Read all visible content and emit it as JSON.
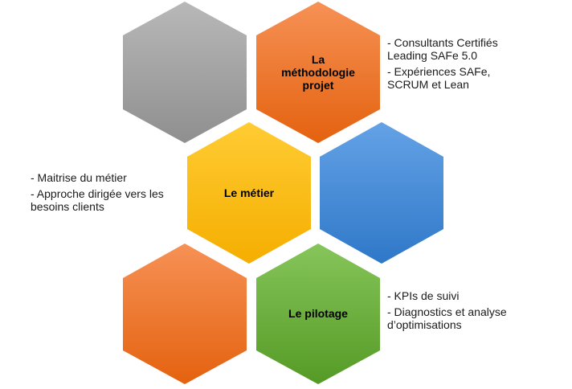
{
  "colors": {
    "gray": "#a6a6a6",
    "orange": "#f07d2e",
    "yellow": "#ffc000",
    "blue": "#4a8fd8",
    "green": "#6fb13c"
  },
  "hexagons": [
    {
      "id": "gray",
      "color": "gray",
      "label": ""
    },
    {
      "id": "method",
      "color": "orange",
      "label": "La\nméthodologie\nprojet"
    },
    {
      "id": "metier",
      "color": "yellow",
      "label": "Le métier"
    },
    {
      "id": "blue",
      "color": "blue",
      "label": ""
    },
    {
      "id": "orange2",
      "color": "orange",
      "label": ""
    },
    {
      "id": "pilot",
      "color": "green",
      "label": "Le pilotage"
    }
  ],
  "notes": {
    "methodologie": [
      "- Consultants  Certifiés Leading SAFe 5.0",
      "- Expériences SAFe, SCRUM et Lean"
    ],
    "metier": [
      "- Maitrise du métier",
      "- Approche dirigée vers les besoins clients"
    ],
    "pilotage": [
      "- KPIs de suivi",
      "- Diagnostics et analyse d’optimisations"
    ]
  }
}
